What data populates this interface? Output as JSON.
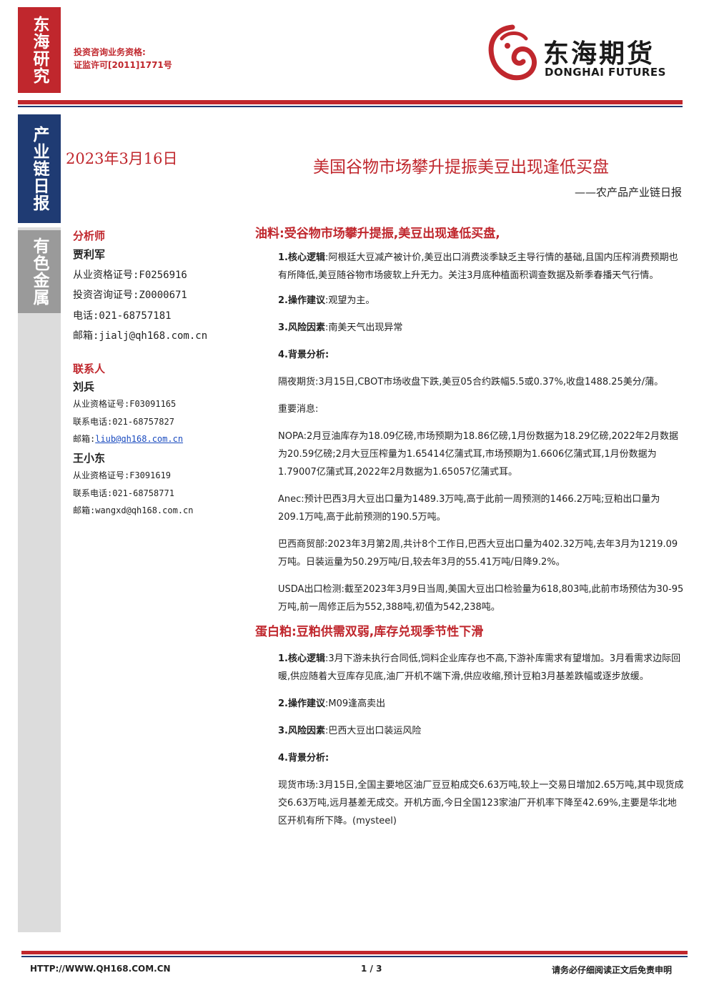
{
  "sidebar": {
    "tab_research": "东海研究",
    "tab_industry": "产业链日报",
    "tab_sector": "有色金属",
    "colors": {
      "research": "#c0272d",
      "industry": "#1f3b73",
      "sector": "#9a9a9a"
    }
  },
  "header": {
    "qualification_line1": "投资咨询业务资格:",
    "qualification_line2": "证监许可[2011]1771号",
    "logo_text_cn": "东海期货",
    "logo_text_en": "DONGHAI FUTURES"
  },
  "report": {
    "date": "2023年3月16日",
    "title": "美国谷物市场攀升提振美豆出现逢低买盘",
    "subtitle": "——农产品产业链日报"
  },
  "analyst": {
    "heading": "分析师",
    "name": "贾利军",
    "cert": "从业资格证号:F0256916",
    "consult": "投资咨询证号:Z0000671",
    "phone": "电话:021-68757181",
    "email": "邮箱:jialj@qh168.com.cn"
  },
  "contacts": {
    "heading": "联系人",
    "people": [
      {
        "name": "刘兵",
        "cert": "从业资格证号:F03091165",
        "phone": "联系电话:021-68757827",
        "email_label": "邮箱:",
        "email": "liub@qh168.com.cn"
      },
      {
        "name": "王小东",
        "cert": "从业资格证号:F3091619",
        "phone": "联系电话:021-68758771",
        "email_label": "邮箱:",
        "email": "wangxd@qh168.com.cn"
      }
    ]
  },
  "oil": {
    "heading": "油料:受谷物市场攀升提振,美豆出现逢低买盘,",
    "core_label": "1.核心逻辑",
    "core_text": ":阿根廷大豆减产被计价,美豆出口消费淡季缺乏主导行情的基础,且国内压榨消费预期也有所降低,美豆随谷物市场疲软上升无力。关注3月底种植面积调查数据及新季春播天气行情。",
    "advice_label": "2.操作建议",
    "advice_text": ":观望为主。",
    "risk_label": "3.风险因素",
    "risk_text": ":南美天气出现异常",
    "bg_label": "4.背景分析",
    "bg_colon": ":",
    "overnight": "隔夜期货:3月15日,CBOT市场收盘下跌,美豆05合约跌幅5.5或0.37%,收盘1488.25美分/蒲。",
    "news_label": "重要消息:",
    "nopa": "NOPA:2月豆油库存为18.09亿磅,市场预期为18.86亿磅,1月份数据为18.29亿磅,2022年2月数据为20.59亿磅;2月大豆压榨量为1.65414亿蒲式耳,市场预期为1.6606亿蒲式耳,1月份数据为1.79007亿蒲式耳,2022年2月数据为1.65057亿蒲式耳。",
    "anec": "Anec:预计巴西3月大豆出口量为1489.3万吨,高于此前一周预测的1466.2万吨;豆粕出口量为209.1万吨,高于此前预测的190.5万吨。",
    "brazil": "巴西商贸部:2023年3月第2周,共计8个工作日,巴西大豆出口量为402.32万吨,去年3月为1219.09万吨。日装运量为50.29万吨/日,较去年3月的55.41万吨/日降9.2%。",
    "usda": "USDA出口检测:截至2023年3月9日当周,美国大豆出口检验量为618,803吨,此前市场预估为30-95万吨,前一周修正后为552,388吨,初值为542,238吨。"
  },
  "meal": {
    "heading": "蛋白粕:豆粕供需双弱,库存兑现季节性下滑",
    "core_label": "1.核心逻辑",
    "core_text": ":3月下游未执行合同低,饲料企业库存也不高,下游补库需求有望增加。3月看需求边际回暖,供应随着大豆库存见底,油厂开机不端下滑,供应收缩,预计豆粕3月基差跌幅或逐步放缓。",
    "advice_label": "2.操作建议",
    "advice_text": ":M09逢高卖出",
    "risk_label": "3.风险因素",
    "risk_text": ":巴西大豆出口装运风险",
    "bg_label": "4.背景分析",
    "bg_colon": ":",
    "spot": "现货市场:3月15日,全国主要地区油厂豆豆粕成交6.63万吨,较上一交易日增加2.65万吨,其中现货成交6.63万吨,远月基差无成交。开机方面,今日全国123家油厂开机率下降至42.69%,主要是华北地区开机有所下降。(mysteel)"
  },
  "footer": {
    "url": "HTTP://WWW.QH168.COM.CN",
    "page": "1 / 3",
    "disclaimer": "请务必仔细阅读正文后免责申明"
  }
}
